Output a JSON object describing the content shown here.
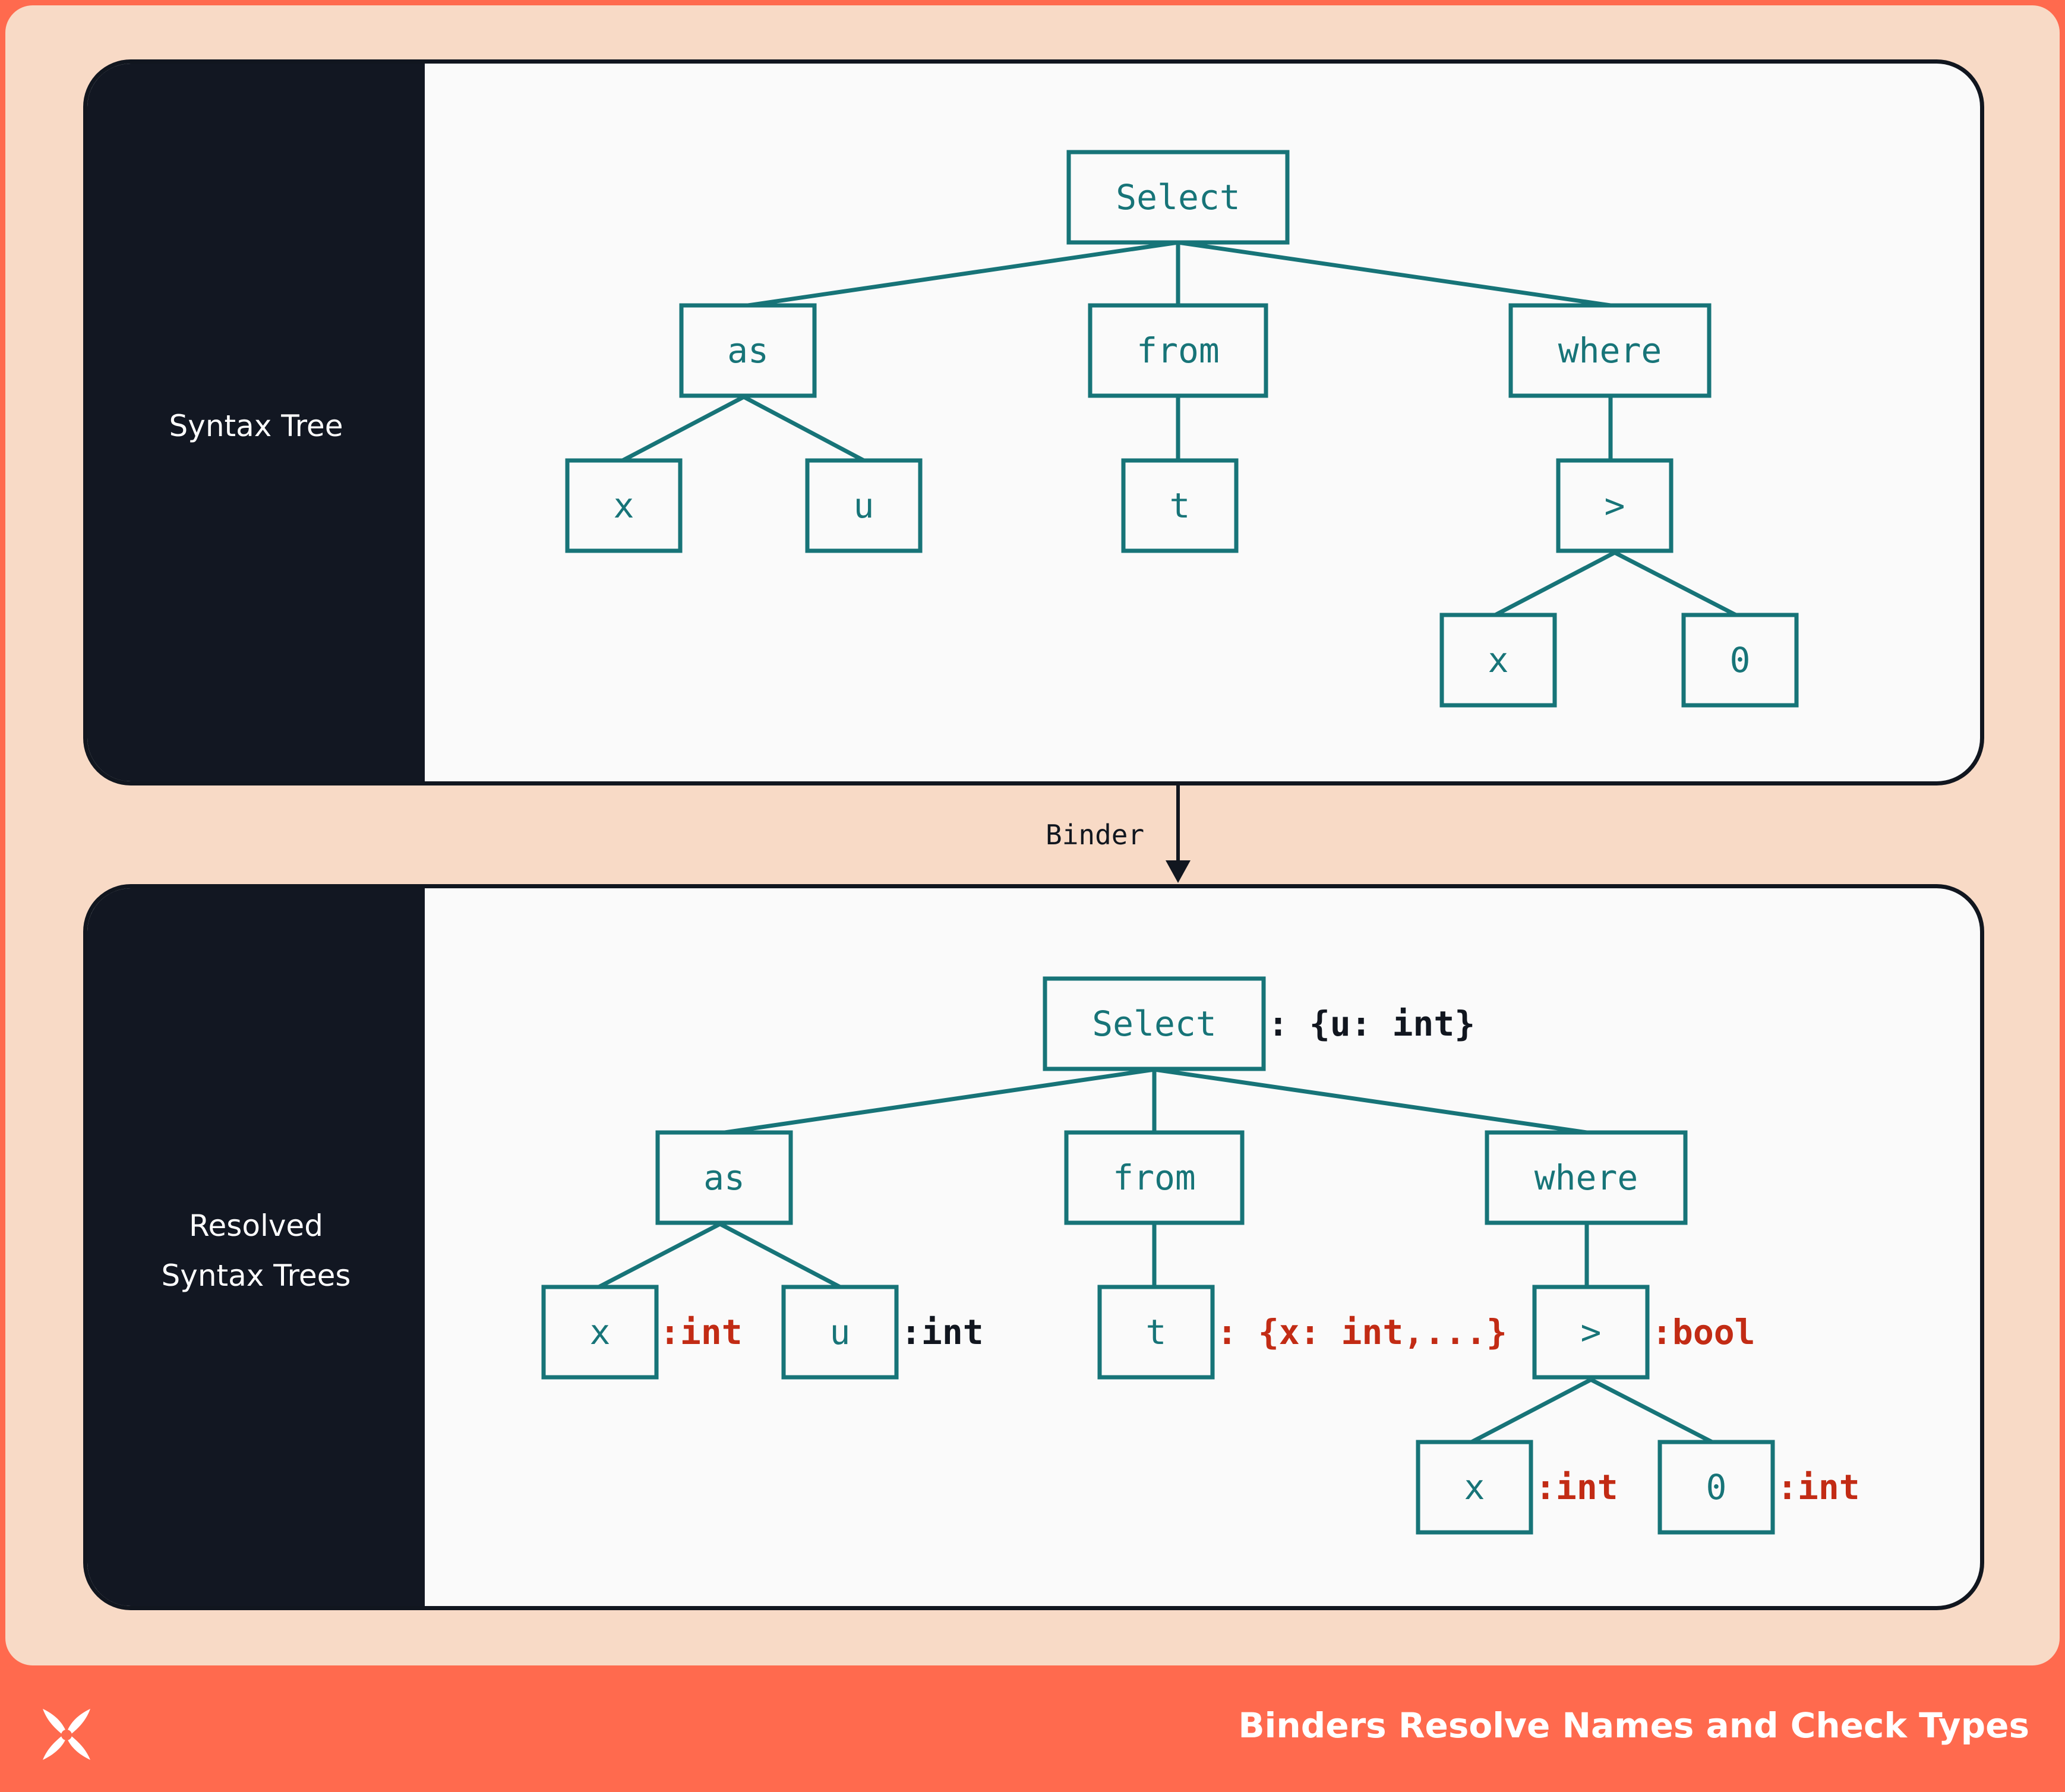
{
  "footer": {
    "title": "Binders Resolve Names and Check Types"
  },
  "logo": {
    "icon": "x-logo-icon"
  },
  "panels": {
    "top": {
      "label": "Syntax Tree"
    },
    "bottom": {
      "label_line1": "Resolved",
      "label_line2": "Syntax Trees"
    }
  },
  "arrow": {
    "label": "Binder"
  },
  "colors": {
    "teal": "#177478",
    "red": "#C22B14",
    "dark": "#11161F",
    "background": "#F8DAC6",
    "accent": "#FF6A4E"
  },
  "top_tree": {
    "nodes": {
      "select": "Select",
      "as": "as",
      "from": "from",
      "where": "where",
      "x1": "x",
      "u": "u",
      "t": "t",
      "gt": ">",
      "x2": "x",
      "zero": "0"
    }
  },
  "bottom_tree": {
    "nodes": {
      "select": "Select",
      "as": "as",
      "from": "from",
      "where": "where",
      "x1": "x",
      "u": "u",
      "t": "t",
      "gt": ">",
      "x2": "x",
      "zero": "0"
    },
    "types": {
      "select": ": {u: int}",
      "x1": ":int",
      "u": ":int",
      "t": ": {x: int,...}",
      "gt": ":bool",
      "x2": ":int",
      "zero": ":int"
    }
  }
}
